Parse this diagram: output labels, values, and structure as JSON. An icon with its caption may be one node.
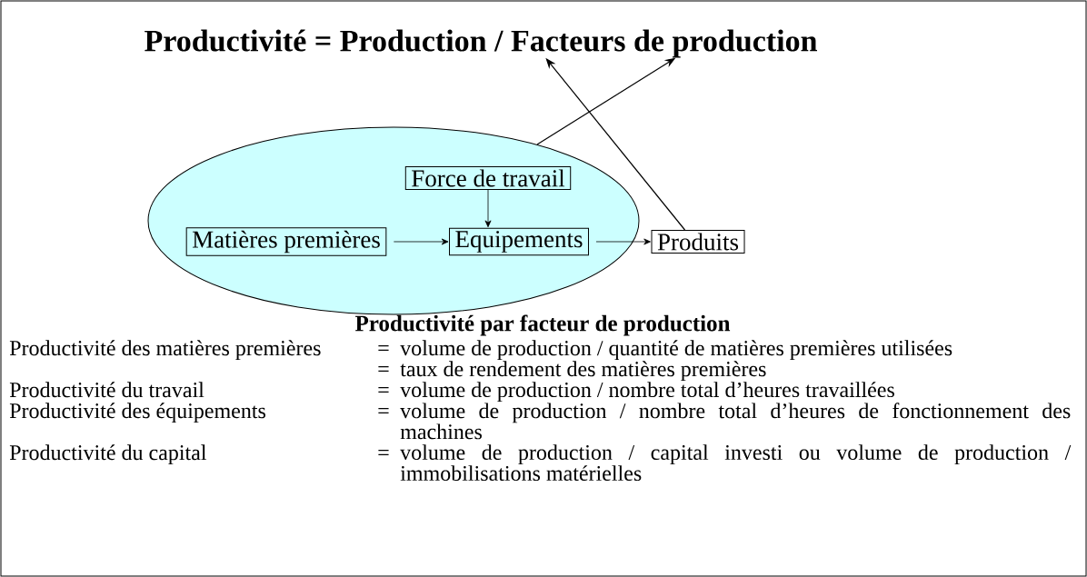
{
  "diagram": {
    "nodes": [
      {
        "text": [
          "Productivité = Production / Facteurs de production"
        ]
      },
      {
        "text": [],
        "shape": "ellipse"
      },
      {
        "text": [
          "Force de travail"
        ],
        "in": 1
      },
      {
        "text": [
          "Matières premières"
        ],
        "in": 1
      },
      {
        "text": [
          "Equipements"
        ],
        "in": 1
      },
      {
        "text": [
          "Produits"
        ]
      }
    ],
    "edges": [
      {
        "from": 2,
        "to": 4,
        "arrow": "to"
      },
      {
        "from": 3,
        "to": 4,
        "arrow": "to"
      },
      {
        "from": 4,
        "to": 5,
        "arrow": "to"
      },
      {
        "from": 5,
        "to": 0,
        "arrow": "to"
      },
      {
        "from": 1,
        "to": 0,
        "arrow": "to"
      }
    ],
    "labels": [
      "Productivité par facteur de production",
      "Productivité des matières premières",
      "=",
      "volume de production / quantité de matières premières utilisées",
      "=",
      "taux de rendement des matières premières",
      "Productivité du travail",
      "=",
      "volume de production / nombre total d’heures travaillées",
      "Productivité des équipements",
      "=",
      "volume de production / nombre total d’heures de fonctionnement des machines",
      "Productivité du capital",
      "=",
      "volume de production / capital investi ou volume de production / immobilisations matérielles"
    ]
  }
}
